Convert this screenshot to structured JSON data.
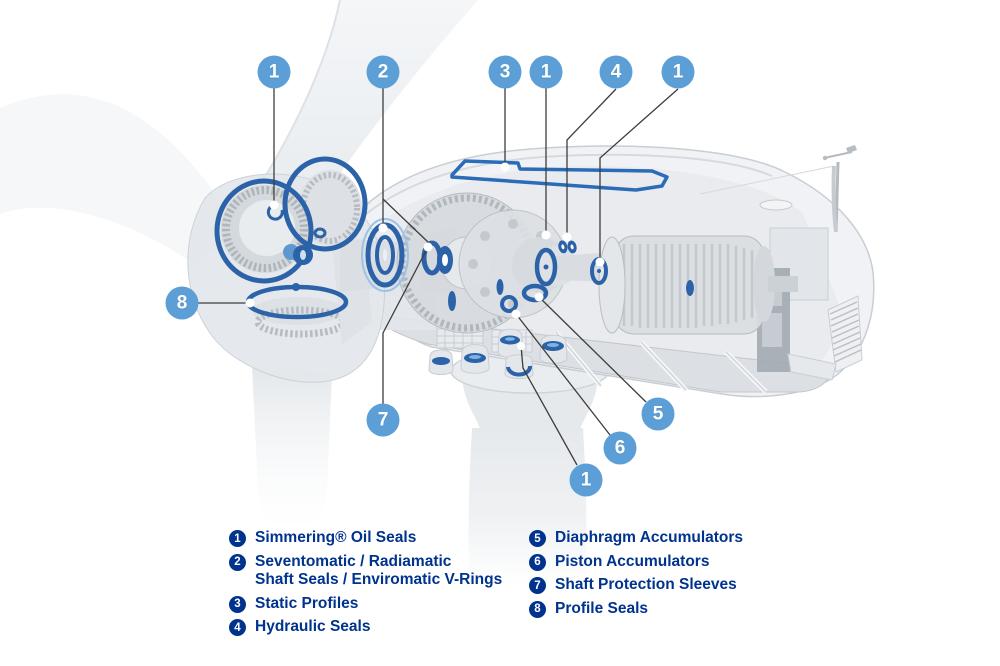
{
  "figure": {
    "type": "wind-turbine-nacelle-cutaway-diagram",
    "description": "Cutaway illustration of a wind turbine nacelle with numbered seal locations"
  },
  "colors": {
    "callout_blue": "#5c9fd6",
    "legend_navy": "#00338d",
    "seal_highlight_blue": "#2b62a8",
    "leader_line": "#3d3d3d",
    "background": "#ffffff"
  },
  "callouts": [
    {
      "label": "1"
    },
    {
      "label": "2"
    },
    {
      "label": "3"
    },
    {
      "label": "1"
    },
    {
      "label": "4"
    },
    {
      "label": "1"
    },
    {
      "label": "8"
    },
    {
      "label": "7"
    },
    {
      "label": "5"
    },
    {
      "label": "6"
    },
    {
      "label": "1"
    }
  ],
  "legend": {
    "left": [
      {
        "num": "1",
        "lines": [
          "Simmering® Oil Seals",
          ""
        ]
      },
      {
        "num": "2",
        "lines": [
          "Seventomatic / Radiamatic",
          "Shaft Seals / Enviromatic V-Rings"
        ]
      },
      {
        "num": "3",
        "lines": [
          "Static Profiles",
          ""
        ]
      },
      {
        "num": "4",
        "lines": [
          "Hydraulic Seals",
          ""
        ]
      }
    ],
    "right": [
      {
        "num": "5",
        "lines": [
          "Diaphragm Accumulators",
          ""
        ]
      },
      {
        "num": "6",
        "lines": [
          "Piston Accumulators",
          ""
        ]
      },
      {
        "num": "7",
        "lines": [
          "Shaft Protection Sleeves",
          ""
        ]
      },
      {
        "num": "8",
        "lines": [
          "Profile Seals",
          ""
        ]
      }
    ]
  }
}
